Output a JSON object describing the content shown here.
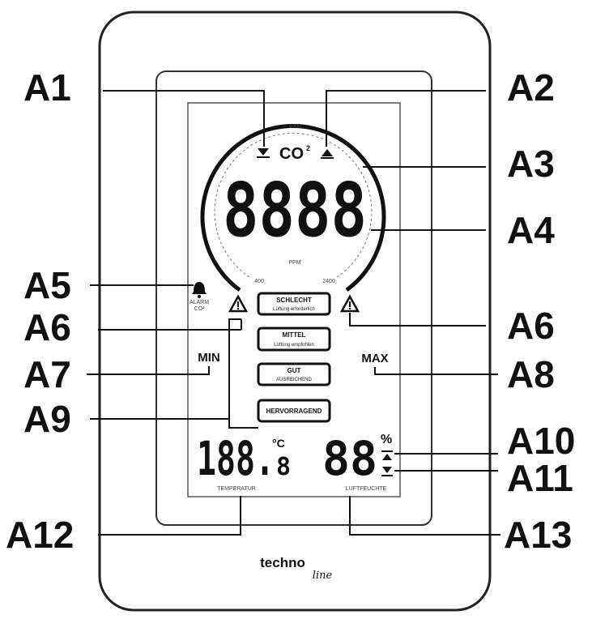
{
  "callouts": {
    "a1": "A1",
    "a2": "A2",
    "a3": "A3",
    "a4": "A4",
    "a5": "A5",
    "a6_left": "A6",
    "a6_right": "A6",
    "a7": "A7",
    "a8": "A8",
    "a9": "A9",
    "a10": "A10",
    "a11": "A11",
    "a12": "A12",
    "a13": "A13"
  },
  "display": {
    "co2_label": "CO",
    "co2_sup": "2",
    "co2_digits": "8888",
    "ppm": "PPM",
    "scale_top": "1000",
    "scale_left": "400",
    "scale_right": "2400",
    "alarm_line1": "ALARM",
    "alarm_line2": "CO²",
    "min": "MIN",
    "max": "MAX",
    "temp_digits": "188.",
    "temp_decimal": "8",
    "temp_unit": "°C",
    "temp_caption": "TEMPERATUR",
    "hum_digits": "88",
    "hum_unit": "%",
    "hum_caption": "LUFTFEUCHTE"
  },
  "status_buttons": [
    {
      "title": "SCHLECHT",
      "subtitle": "Lüftung erforderlich"
    },
    {
      "title": "MITTEL",
      "subtitle": "Lüftung empfohlen"
    },
    {
      "title": "GUT",
      "subtitle": "AUSREICHEND"
    },
    {
      "title": "HERVORRAGEND",
      "subtitle": ""
    }
  ],
  "brand": {
    "name": "techno",
    "script": "line"
  }
}
